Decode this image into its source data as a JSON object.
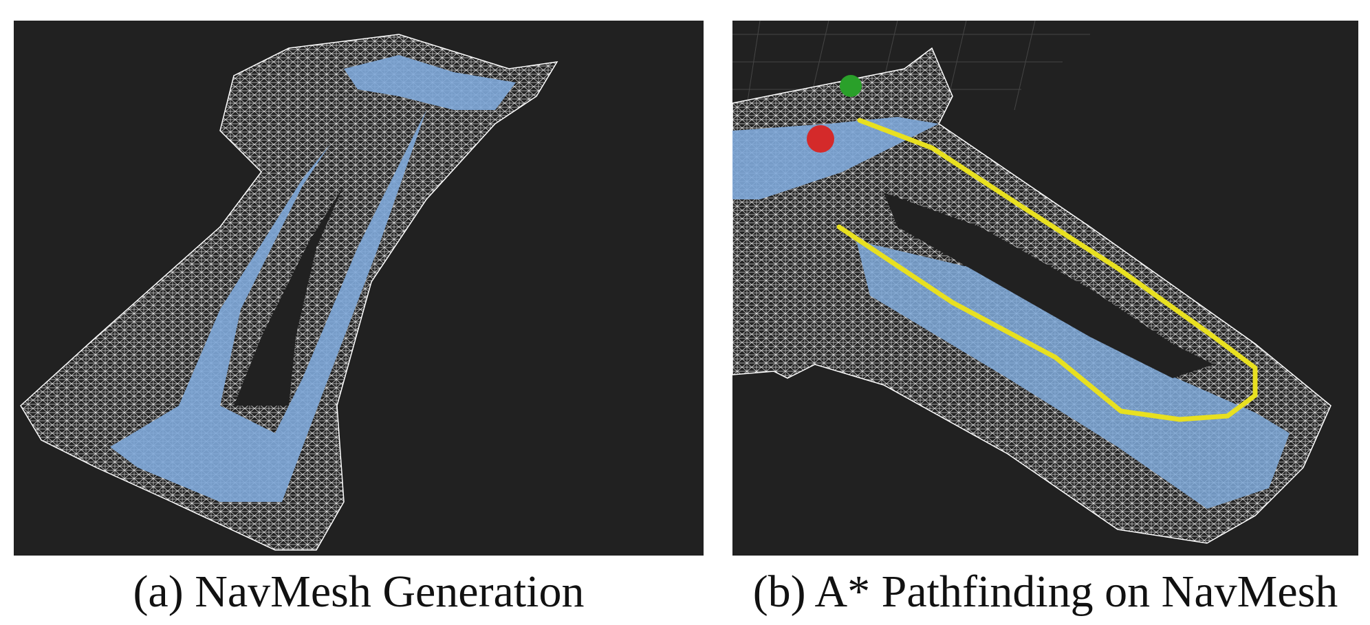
{
  "figure": {
    "panels": [
      {
        "id": "a",
        "caption": "(a) NavMesh Generation",
        "colors": {
          "background": "#212121",
          "wireframe": "#ffffff",
          "navmesh": "#7fa9d9"
        }
      },
      {
        "id": "b",
        "caption": "(b) A* Pathfinding on NavMesh",
        "colors": {
          "background": "#212121",
          "wireframe": "#ffffff",
          "navmesh": "#7fa9d9",
          "path": "#e8e020",
          "start_marker": "#d42a2a",
          "goal_marker": "#2aa02a",
          "grid": "#4a4a4a"
        }
      }
    ]
  }
}
